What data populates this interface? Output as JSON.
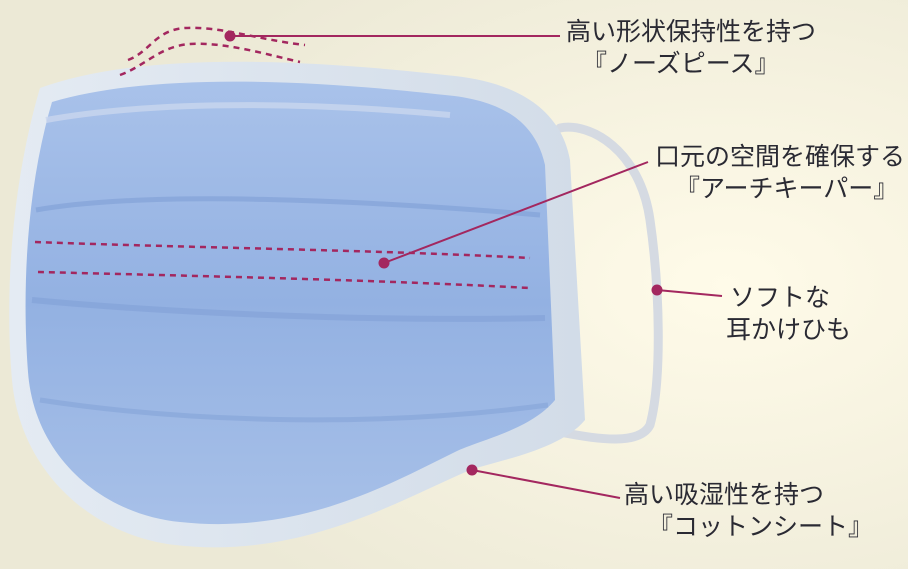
{
  "colors": {
    "accent": "#a3275f",
    "text": "#2a2a33",
    "mask_blue": "#9cb8e4",
    "background": "#f6f3e4"
  },
  "callouts": {
    "nose_piece": {
      "line1": "高い形状保持性を持つ",
      "line2": "『ノーズピース』"
    },
    "arch_keeper": {
      "line1": "口元の空間を確保する",
      "line2": "『アーチキーパー』"
    },
    "ear_loop": {
      "line1": "ソフトな",
      "line2": "耳かけひも"
    },
    "cotton_sheet": {
      "line1": "高い吸湿性を持つ",
      "line2": "『コットンシート』"
    }
  }
}
